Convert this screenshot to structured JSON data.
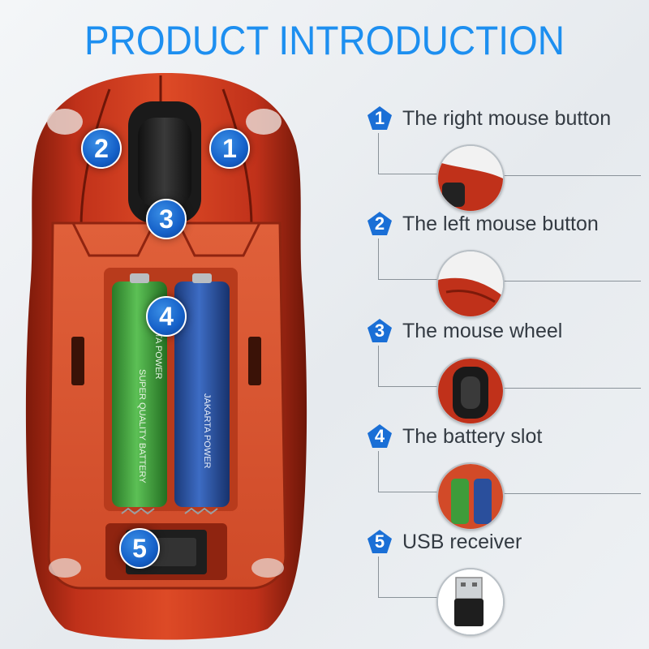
{
  "title": "PRODUCT INTRODUCTION",
  "callouts": [
    "1",
    "2",
    "3",
    "4",
    "5"
  ],
  "features": [
    {
      "number": "1",
      "label": "The right mouse button"
    },
    {
      "number": "2",
      "label": "The left mouse button"
    },
    {
      "number": "3",
      "label": "The mouse wheel"
    },
    {
      "number": "4",
      "label": "The battery slot"
    },
    {
      "number": "5",
      "label": "USB receiver"
    }
  ],
  "battery_text": [
    "JAKARTA POWER",
    "SUPER QUALITY BATTERY",
    "JAKARTA POWER"
  ],
  "colors": {
    "accent": "#1d8ff0",
    "badge": "#1a6fd6",
    "mouse_body": "#c0311a",
    "battery_green": "#3e9c3a",
    "battery_blue": "#2a4f9c"
  }
}
